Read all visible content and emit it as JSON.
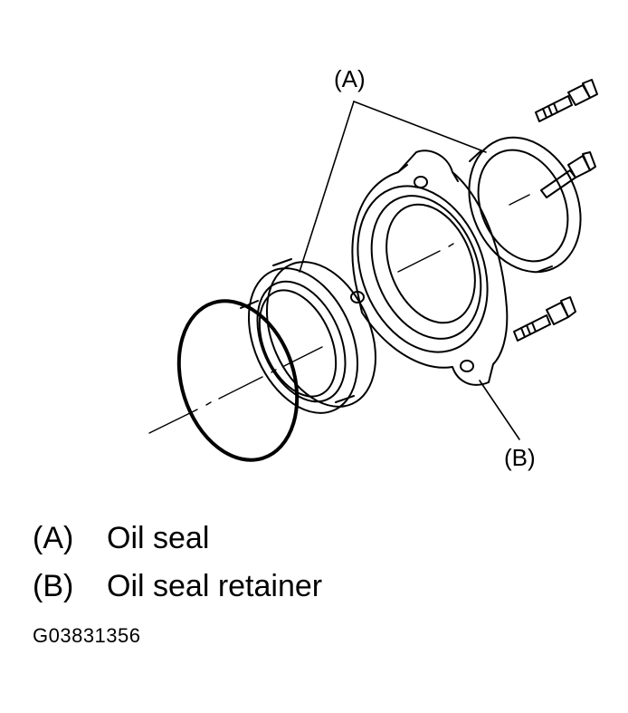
{
  "callouts": {
    "a": "(A)",
    "b": "(B)"
  },
  "legend": [
    {
      "key": "(A)",
      "label": "Oil seal"
    },
    {
      "key": "(B)",
      "label": "Oil seal retainer"
    }
  ],
  "figure_id": "G03831356"
}
